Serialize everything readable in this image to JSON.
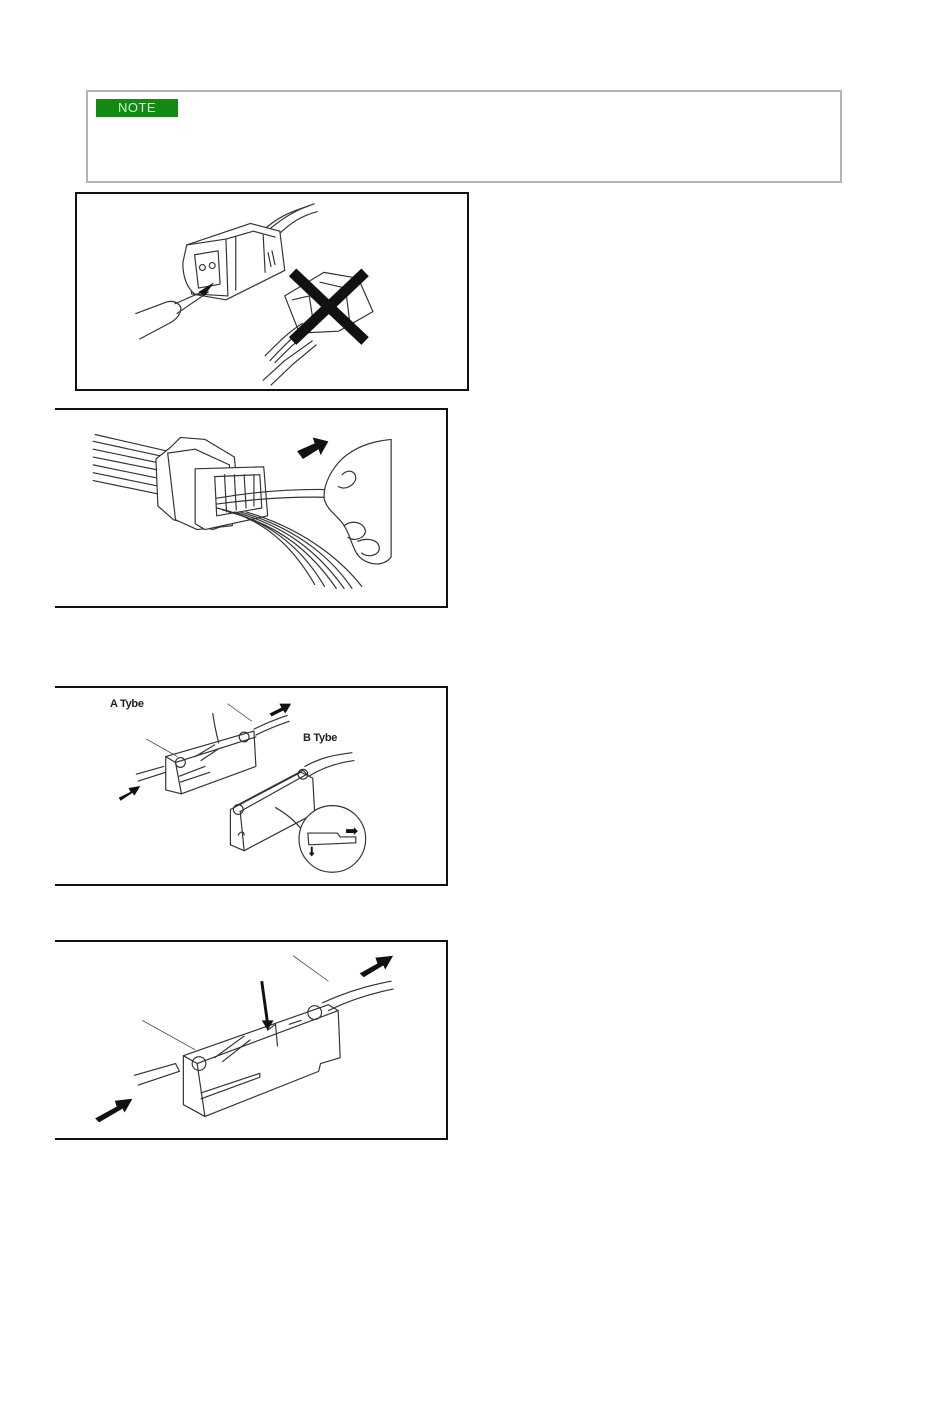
{
  "note": {
    "badge_label": "NOTE",
    "badge_color": "#138a13",
    "body_text": ""
  },
  "figures": [
    {
      "id": "fig-1",
      "description": "Probe inserted into front of connector (correct); probing from rear crossed out with large X (incorrect)",
      "icons": [
        "probe-icon",
        "connector-icon",
        "prohibited-x-icon"
      ]
    },
    {
      "id": "fig-2",
      "description": "Hand pulling a wire gently out of connector rear, arrow indicating pull direction",
      "icons": [
        "connector-icon",
        "hand-icon",
        "arrow-right-icon"
      ]
    },
    {
      "id": "fig-3",
      "description": "Two terminal retainer types with insertion and removal arrows",
      "labels": {
        "a_type": "A Tybe",
        "b_type": "B Tybe"
      },
      "icons": [
        "terminal-block-icon",
        "arrow-in-icon",
        "arrow-out-icon",
        "detail-magnifier-icon"
      ]
    },
    {
      "id": "fig-4",
      "description": "Enlarged A-type terminal: wire pushed in from left, latch pressed down, wire pulled out to right",
      "icons": [
        "terminal-block-icon",
        "arrow-in-icon",
        "arrow-down-icon",
        "arrow-out-icon"
      ]
    }
  ]
}
